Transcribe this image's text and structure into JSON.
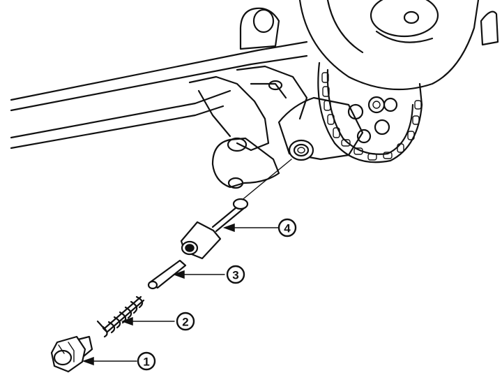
{
  "callouts": [
    {
      "id": 1,
      "label": "1",
      "part": "plug-bolt"
    },
    {
      "id": 2,
      "label": "2",
      "part": "spring"
    },
    {
      "id": 3,
      "label": "3",
      "part": "pin"
    },
    {
      "id": 4,
      "label": "4",
      "part": "tensioner-plunger"
    }
  ]
}
